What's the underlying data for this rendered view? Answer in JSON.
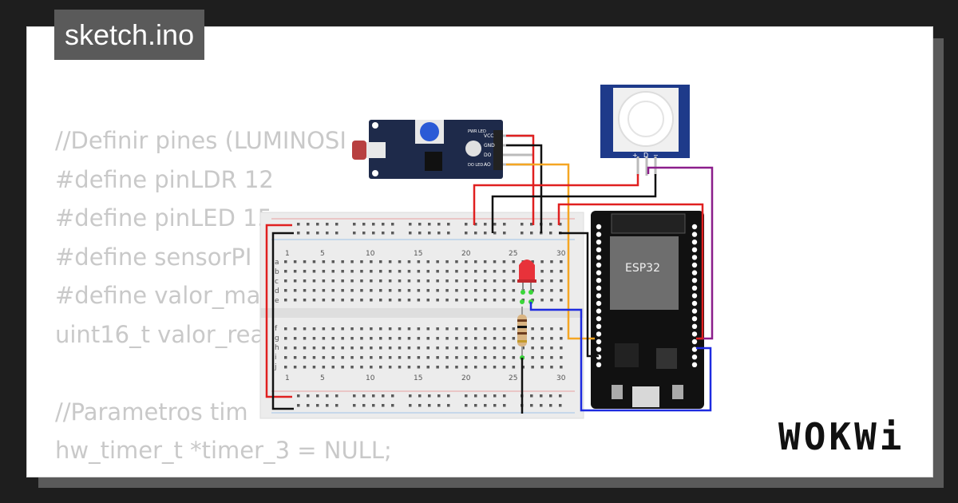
{
  "tab": {
    "title": "sketch.ino"
  },
  "code_lines": [
    "//Definir pines (LUMINOSI",
    "#define pinLDR 12",
    "#define pinLED 15",
    "#define sensorPI",
    "#define valor_ma",
    "uint16_t valor_rea",
    "",
    "//Parametros tim",
    "hw_timer_t *timer_3 = NULL;"
  ],
  "brand": {
    "name": "WOKWi"
  },
  "components": {
    "esp32_label": "ESP32",
    "pir_pins": [
      "+",
      "D",
      "−"
    ],
    "ldr_pins": [
      "VCC",
      "GND",
      "DO",
      "AO"
    ],
    "ldr_leds": [
      "PWR LED",
      "DO LED"
    ],
    "breadboard_numbers": [
      "1",
      "5",
      "10",
      "15",
      "20",
      "25",
      "30"
    ],
    "breadboard_rows_top": [
      "a",
      "b",
      "c",
      "d",
      "e"
    ],
    "breadboard_rows_bottom": [
      "f",
      "g",
      "h",
      "i",
      "j"
    ]
  },
  "colors": {
    "background": "#1e1e1e",
    "wire_red": "#e02020",
    "wire_black": "#111111",
    "wire_orange": "#f5a623",
    "wire_blue": "#1e2be0",
    "wire_purple": "#8b1e8b",
    "led_red": "#e8323a"
  }
}
